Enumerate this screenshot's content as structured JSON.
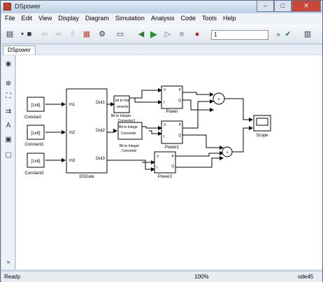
{
  "window": {
    "title": "DSpower",
    "minimize": "–",
    "maximize": "□",
    "close": "✕"
  },
  "menu": [
    "File",
    "Edit",
    "View",
    "Display",
    "Diagram",
    "Simulation",
    "Analysis",
    "Code",
    "Tools",
    "Help"
  ],
  "toolbar": {
    "sim_time": "1"
  },
  "tab": {
    "label": "DSpower"
  },
  "diagram": {
    "constants": [
      {
        "value": "[1x8]",
        "label": "Constant"
      },
      {
        "value": "[1x8]",
        "label": "Constant1"
      },
      {
        "value": "[1x8]",
        "label": "Constant2"
      }
    ],
    "dsgate": {
      "label": "DSGate",
      "inputs": [
        "In1",
        "In2",
        "In3"
      ],
      "outputs": [
        "Out1",
        "Out2",
        "Out3"
      ]
    },
    "converters": [
      {
        "text1": "bit to Inte",
        "text2": "onverte",
        "label1": "Bit to Integer",
        "label2": "Converter1"
      },
      {
        "text1": "Bit to Intege",
        "text2": "Converter",
        "label1": "Bit to Integer",
        "label2": "Converter"
      }
    ],
    "powers": [
      {
        "label": "Power",
        "port_v": "V",
        "port_i": "I",
        "port_p": "P",
        "port_q": "Q"
      },
      {
        "label": "Power1",
        "port_v": "V",
        "port_i": "I",
        "port_p": "P",
        "port_q": "Q"
      },
      {
        "label": "Power2",
        "port_v": "V",
        "port_i": "I",
        "port_p": "P",
        "port_q": "Q"
      }
    ],
    "scope": {
      "label": "Scope"
    }
  },
  "status": {
    "left": "Ready",
    "zoom": "100%",
    "solver": "ode45"
  }
}
